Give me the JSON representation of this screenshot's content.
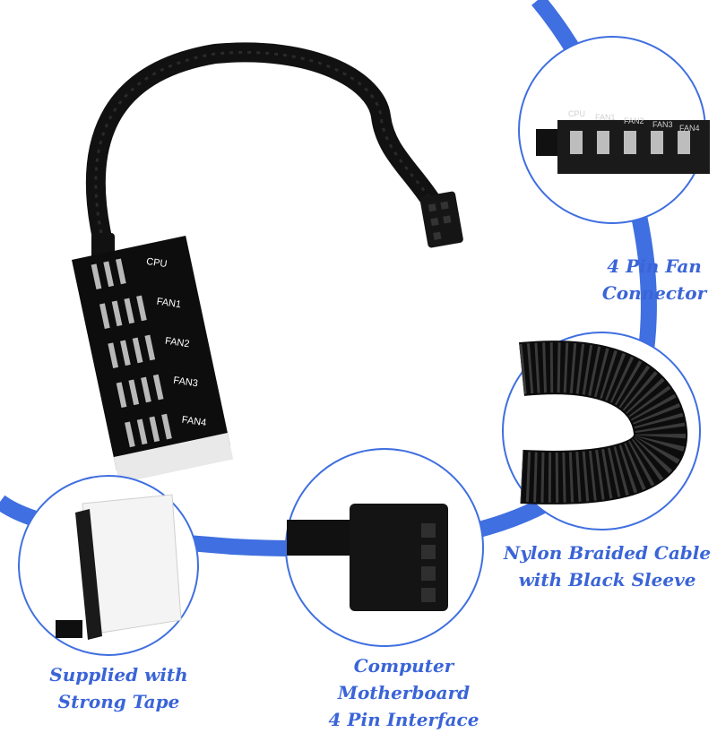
{
  "colors": {
    "accent": "#3a64d8",
    "cable": "#111111",
    "background": "#ffffff"
  },
  "hub_port_labels": [
    "CPU",
    "FAN1",
    "FAN2",
    "FAN3",
    "FAN4"
  ],
  "callouts": [
    {
      "line1": "4 Pin Fan",
      "line2": "Connector"
    },
    {
      "line1": "Nylon Braided Cable",
      "line2": "with Black Sleeve"
    },
    {
      "line1": "Computer Motherboard",
      "line2": "4 Pin Interface"
    },
    {
      "line1": "Supplied with",
      "line2": "Strong Tape"
    }
  ]
}
